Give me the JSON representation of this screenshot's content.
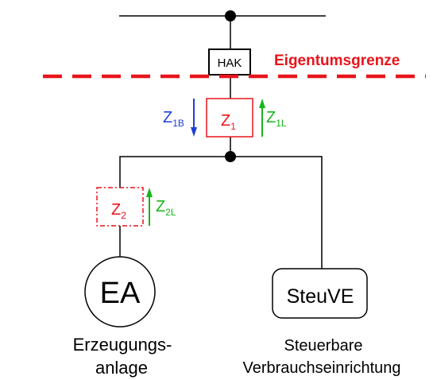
{
  "labels": {
    "hak": "HAK",
    "eigentumsgrenze": "Eigentumsgrenze",
    "z1": {
      "main": "Z",
      "sub": "1"
    },
    "z1b": {
      "main": "Z",
      "sub": "1B"
    },
    "z1l": {
      "main": "Z",
      "sub": "1L"
    },
    "z2": {
      "main": "Z",
      "sub": "2"
    },
    "z2l": {
      "main": "Z",
      "sub": "2L"
    },
    "ea": "EA",
    "steuve": "SteuVE",
    "ea_caption": [
      "Erzeugungs-",
      "anlage"
    ],
    "steuve_caption": [
      "Steuerbare",
      "Verbrauchseinrichtung"
    ]
  },
  "colors": {
    "line": "#000000",
    "boundary": "#e8141b",
    "meter": "#e8141b",
    "blue_arrow": "#1f3fd6",
    "green_arrow": "#17b51b"
  }
}
